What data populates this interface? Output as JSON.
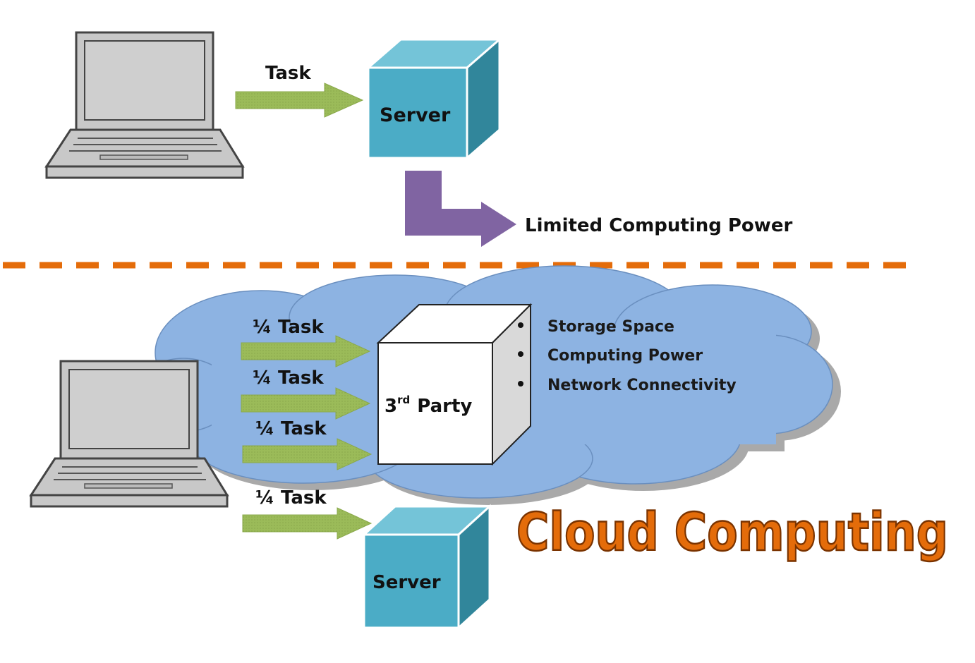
{
  "top": {
    "task_label": "Task",
    "server_label": "Server",
    "limited_label": "Limited Computing Power"
  },
  "cloud": {
    "tasks": [
      "¼ Task",
      "¼ Task",
      "¼ Task",
      "¼ Task"
    ],
    "third_party": {
      "number": "3",
      "sup": "rd",
      "word": "Party"
    },
    "features": [
      "Storage Space",
      "Computing Power",
      "Network Connectivity"
    ],
    "server_label": "Server"
  },
  "title": "Cloud Computing",
  "colors": {
    "arrow_green": "#9bbb59",
    "arrow_purple": "#8064a2",
    "server_front": "#4bacc6",
    "server_top": "#74c4d8",
    "server_side": "#31869b",
    "cloud_fill": "#8db3e2",
    "divider": "#e46c0a",
    "title": "#e46c0a"
  }
}
